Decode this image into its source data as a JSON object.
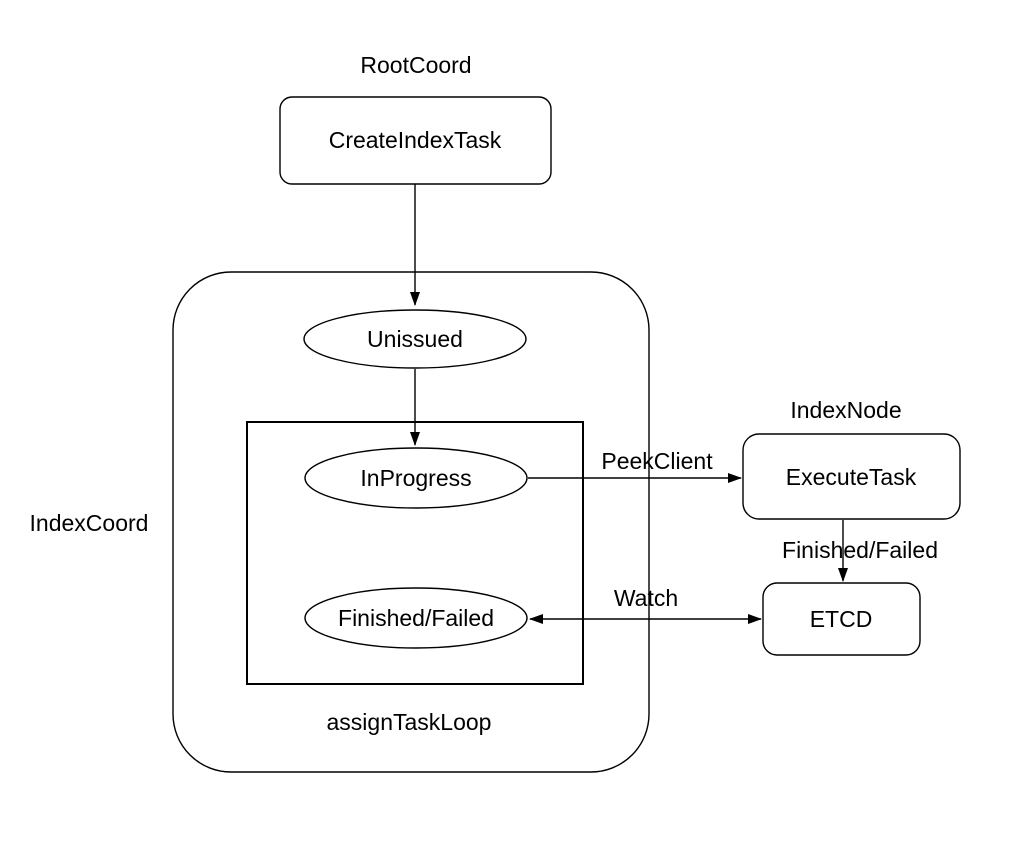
{
  "diagram": {
    "background_color": "#ffffff",
    "stroke_color": "#000000",
    "text_color": "#000000",
    "group_labels": {
      "root_coord": "RootCoord",
      "index_coord": "IndexCoord",
      "index_node": "IndexNode",
      "assign_task_loop": "assignTaskLoop"
    },
    "nodes": {
      "create_index_task": "CreateIndexTask",
      "unissued": "Unissued",
      "in_progress": "InProgress",
      "finished_failed": "Finished/Failed",
      "execute_task": "ExecuteTask",
      "etcd": "ETCD"
    },
    "edge_labels": {
      "peek_client": "PeekClient",
      "finished_failed": "Finished/Failed",
      "watch": "Watch"
    }
  }
}
